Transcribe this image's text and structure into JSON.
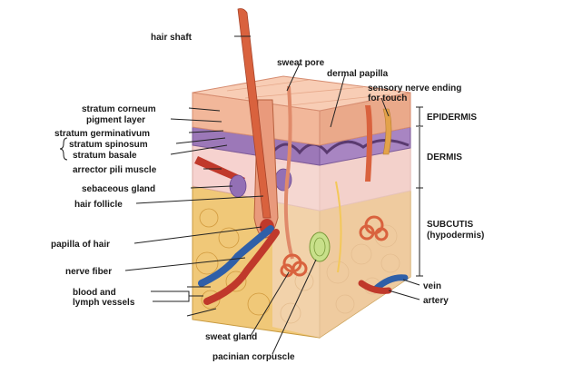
{
  "labels": {
    "hair_shaft": "hair shaft",
    "sweat_pore": "sweat pore",
    "dermal_papilla": "dermal papilla",
    "sensory_line1": "sensory nerve ending",
    "sensory_line2": "for touch",
    "stratum_corneum": "stratum corneum",
    "pigment_layer": "pigment layer",
    "stratum_germinativum": "stratum germinativum",
    "stratum_spinosum": "stratum spinosum",
    "stratum_basale": "stratum basale",
    "arrector_pili": "arrector pili muscle",
    "sebaceous_gland": "sebaceous gland",
    "hair_follicle": "hair follicle",
    "papilla_of_hair": "papilla of hair",
    "nerve_fiber": "nerve fiber",
    "blood_lymph_line1": "blood and",
    "blood_lymph_line2": "lymph vessels",
    "sweat_gland": "sweat gland",
    "pacinian_corpuscle": "pacinian corpuscle",
    "vein": "vein",
    "artery": "artery"
  },
  "layers": {
    "epidermis": "EPIDERMIS",
    "dermis": "DERMIS",
    "subcutis_line1": "SUBCUTIS",
    "subcutis_line2": "(hypodermis)"
  }
}
